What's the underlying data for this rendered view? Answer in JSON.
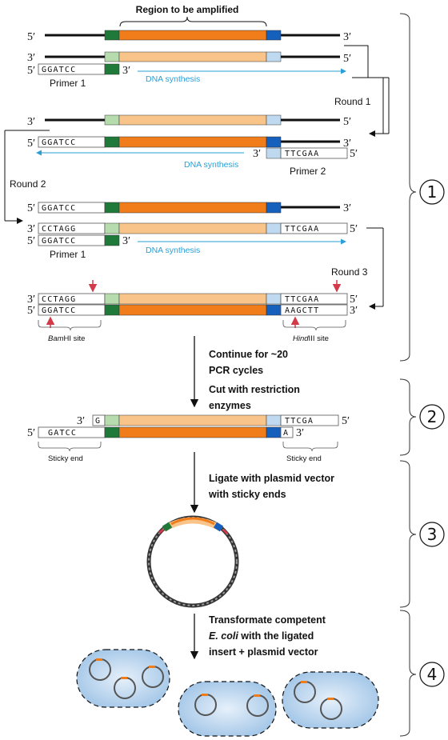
{
  "title": "Region to be amplified",
  "end_5": "5′",
  "end_3": "3′",
  "primer1_seq": "GGATCC",
  "primer1_comp_seq": "CCTAGG",
  "primer2_seq": "TTCGAA",
  "primer2_comp_seq": "AAGCTT",
  "primer1_label": "Primer 1",
  "primer2_label": "Primer 2",
  "dna_synthesis": "DNA synthesis",
  "round1": "Round 1",
  "round2": "Round 2",
  "round3": "Round 3",
  "bamhi": {
    "italic": "Bam",
    "rest": "HI site"
  },
  "hindiii": {
    "italic": "Hind",
    "rest": "III site"
  },
  "step_pcr": [
    "Continue for ~20",
    "PCR cycles",
    "Cut with restriction",
    "enzymes"
  ],
  "sticky_top_left": "G",
  "sticky_bottom_left": "GATCC",
  "sticky_top_right": "TTCGA",
  "sticky_bottom_right": "A",
  "sticky_end": "Sticky end",
  "step_ligate": [
    "Ligate with plasmid vector",
    "with sticky ends"
  ],
  "step_transform": {
    "line1": "Transformate competent",
    "line2_italic": "E. coli",
    "line2_rest": " with the ligated",
    "line3": "insert + plasmid vector"
  },
  "stages": [
    "1",
    "2",
    "3",
    "4"
  ],
  "colors": {
    "dark_green": "#1f7a3a",
    "light_green": "#b6dcae",
    "orange": "#f07d1a",
    "light_orange": "#f9c48a",
    "dark_blue": "#1560bd",
    "light_blue": "#bfd9f0",
    "synthesis": "#2a9fd6",
    "site_arrow": "#d23a4a",
    "cell": "#bcd7ee"
  }
}
